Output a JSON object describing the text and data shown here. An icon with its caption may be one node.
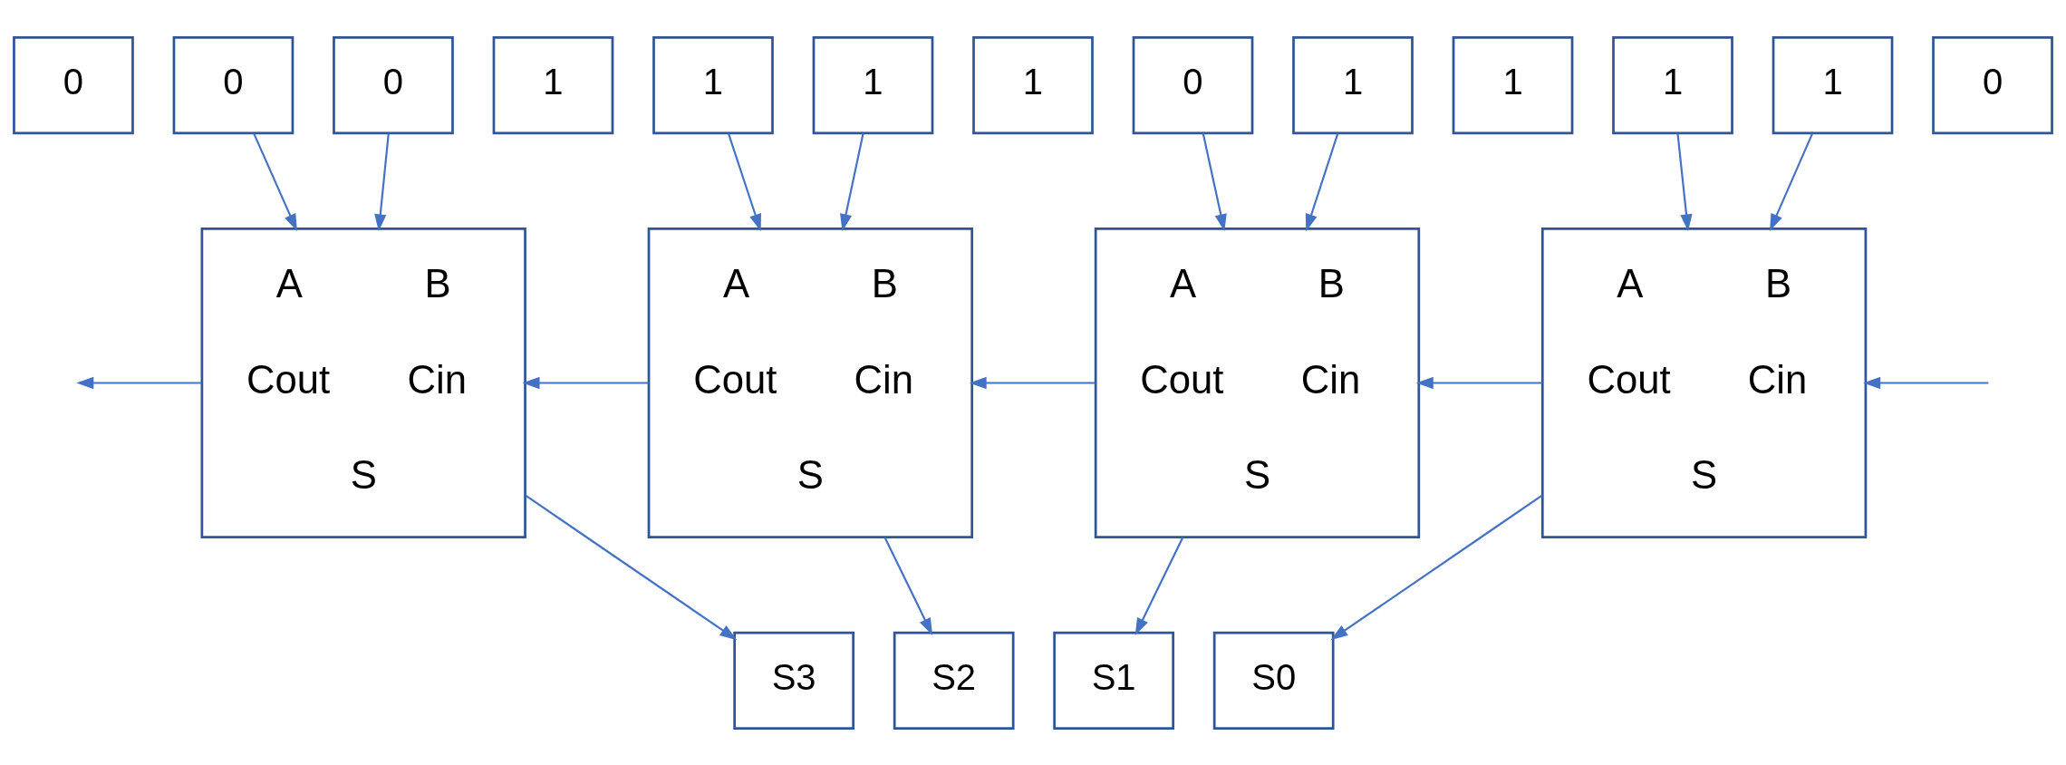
{
  "diagram": {
    "nodes": [
      {
        "text": [
          "0"
        ]
      },
      {
        "text": [
          "0"
        ]
      },
      {
        "text": [
          "A",
          "B",
          "Cout",
          "Cin",
          "S"
        ]
      },
      {
        "text": [
          "S3"
        ]
      },
      {
        "text": [
          "0"
        ]
      },
      {
        "text": [
          "1"
        ]
      },
      {
        "text": [
          "1"
        ]
      },
      {
        "text": [
          "A",
          "B",
          "Cout",
          "Cin",
          "S"
        ]
      },
      {
        "text": [
          "S2"
        ]
      },
      {
        "text": [
          "1"
        ]
      },
      {
        "text": [
          "0"
        ]
      },
      {
        "text": [
          "1"
        ]
      },
      {
        "text": [
          "A",
          "B",
          "Cout",
          "Cin",
          "S"
        ]
      },
      {
        "text": [
          "S1"
        ]
      },
      {
        "text": [
          "1"
        ]
      },
      {
        "text": [
          "1"
        ]
      },
      {
        "text": [
          "1"
        ]
      },
      {
        "text": [
          "A",
          "B",
          "Cout",
          "Cin",
          "S"
        ]
      },
      {
        "text": [
          "S0"
        ]
      },
      {
        "text": [
          "1"
        ]
      },
      {
        "text": [
          "0"
        ]
      }
    ],
    "edges": [
      {
        "from": 0,
        "to": 2,
        "arrow": "to"
      },
      {
        "from": 1,
        "to": 2,
        "arrow": "to"
      },
      {
        "from": 2,
        "to": 3,
        "arrow": "to"
      },
      {
        "from": 2,
        "to": null,
        "arrow": "to"
      },
      {
        "from": 5,
        "to": 7,
        "arrow": "to"
      },
      {
        "from": 6,
        "to": 7,
        "arrow": "to"
      },
      {
        "from": 7,
        "to": 8,
        "arrow": "to"
      },
      {
        "from": 7,
        "to": 2,
        "arrow": "to"
      },
      {
        "from": 10,
        "to": 12,
        "arrow": "to"
      },
      {
        "from": 11,
        "to": 12,
        "arrow": "to"
      },
      {
        "from": 12,
        "to": 13,
        "arrow": "to"
      },
      {
        "from": 12,
        "to": 7,
        "arrow": "to"
      },
      {
        "from": 15,
        "to": 17,
        "arrow": "to"
      },
      {
        "from": 16,
        "to": 17,
        "arrow": "to"
      },
      {
        "from": 17,
        "to": 18,
        "arrow": "to"
      },
      {
        "from": 17,
        "to": 12,
        "arrow": "to"
      },
      {
        "from": null,
        "to": 17,
        "arrow": "to"
      }
    ]
  }
}
